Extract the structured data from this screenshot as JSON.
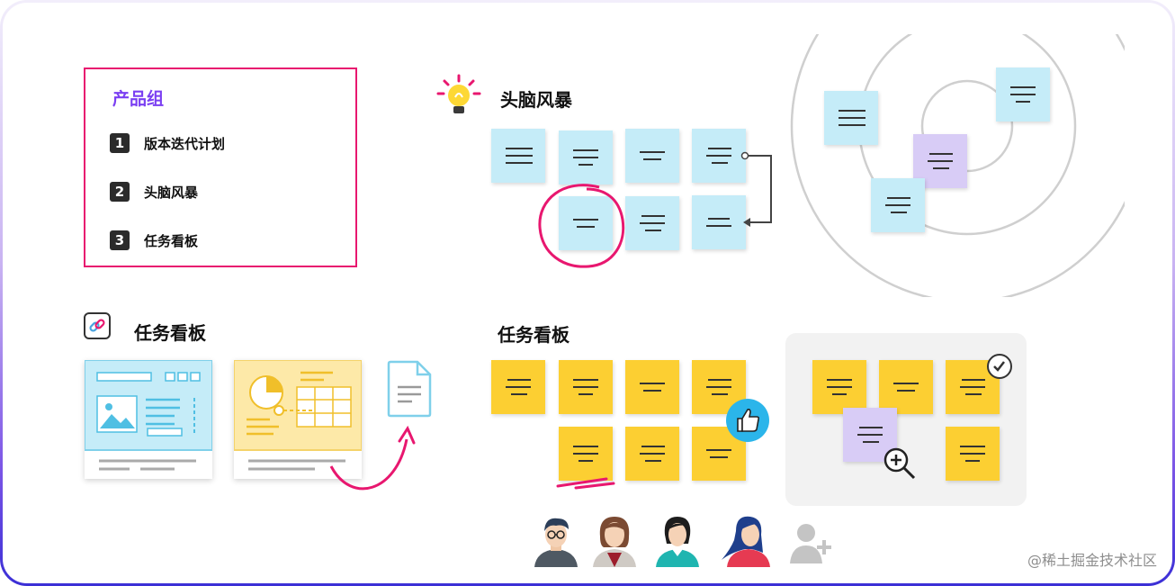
{
  "agenda": {
    "title": "产品组",
    "items": [
      {
        "num": "1",
        "label": "版本迭代计划"
      },
      {
        "num": "2",
        "label": "头脑风暴"
      },
      {
        "num": "3",
        "label": "任务看板"
      }
    ]
  },
  "brainstorm": {
    "title": "头脑风暴",
    "icon": "lightbulb-icon"
  },
  "task_board_left": {
    "title": "任务看板",
    "icon": "link-icon"
  },
  "task_board_right": {
    "title": "任务看板"
  },
  "colors": {
    "accent_pink": "#e8176f",
    "accent_purple": "#7b3ff2",
    "sticky_blue": "#c5ecf8",
    "sticky_yellow": "#fccf32",
    "sticky_purple": "#d8ccf6"
  },
  "avatars": [
    "man-glasses-avatar",
    "woman-short-hair-avatar",
    "woman-teal-avatar",
    "woman-long-hair-avatar",
    "add-user-icon"
  ],
  "watermark": "@稀土掘金技术社区"
}
